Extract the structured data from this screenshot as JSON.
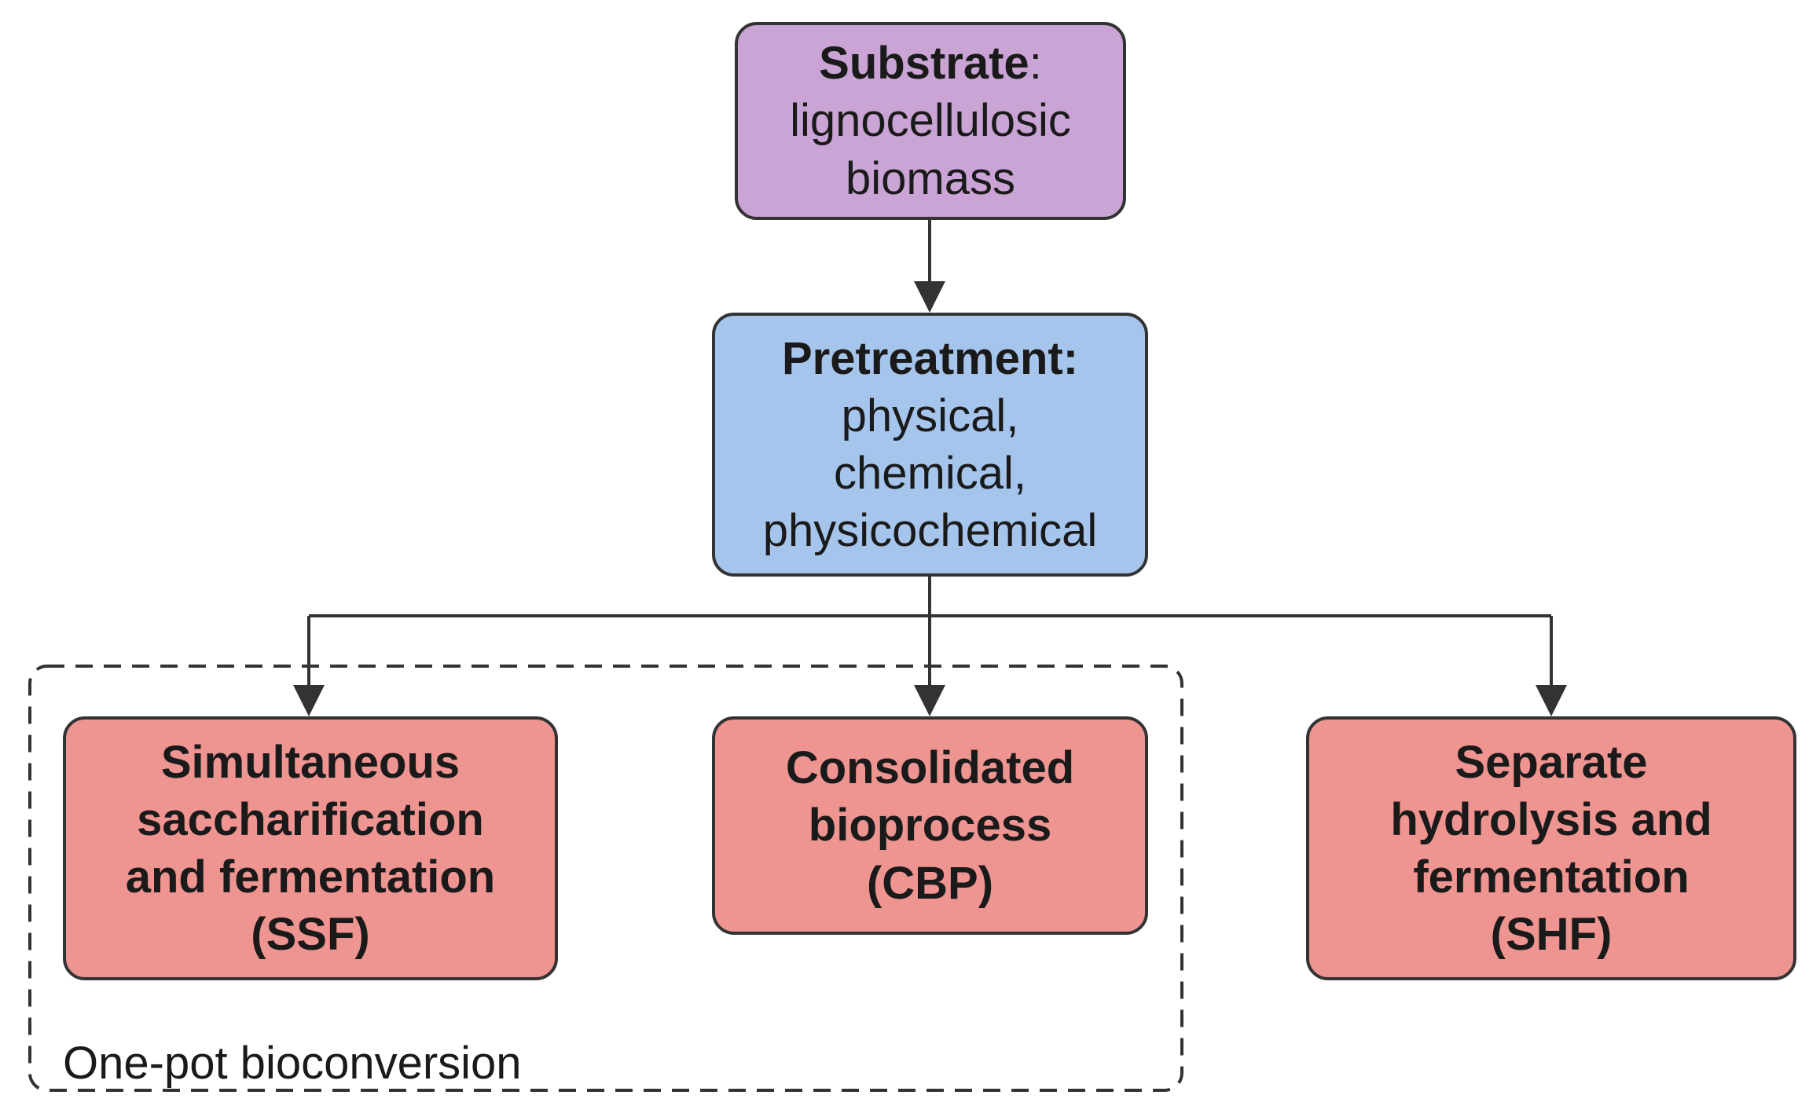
{
  "nodes": {
    "substrate": {
      "title": "Substrate",
      "title_suffix": ":",
      "line1": "lignocellulosic",
      "line2": "biomass",
      "color": "#c9a4d4"
    },
    "pretreatment": {
      "title": "Pretreatment:",
      "line1": "physical,",
      "line2": "chemical,",
      "line3": "physicochemical",
      "color": "#a6c5ec"
    },
    "ssf": {
      "line1": "Simultaneous",
      "line2": "saccharification",
      "line3": "and fermentation",
      "line4": "(SSF)",
      "color": "#ee9491"
    },
    "cbp": {
      "line1": "Consolidated",
      "line2": "bioprocess",
      "line3": "(CBP)",
      "color": "#ee9491"
    },
    "shf": {
      "line1": "Separate",
      "line2": "hydrolysis and",
      "line3": "fermentation",
      "line4": "(SHF)",
      "color": "#ee9491"
    }
  },
  "group": {
    "label": "One-pot bioconversion"
  },
  "colors": {
    "stroke": "#333333",
    "text": "#1a1a1a"
  }
}
